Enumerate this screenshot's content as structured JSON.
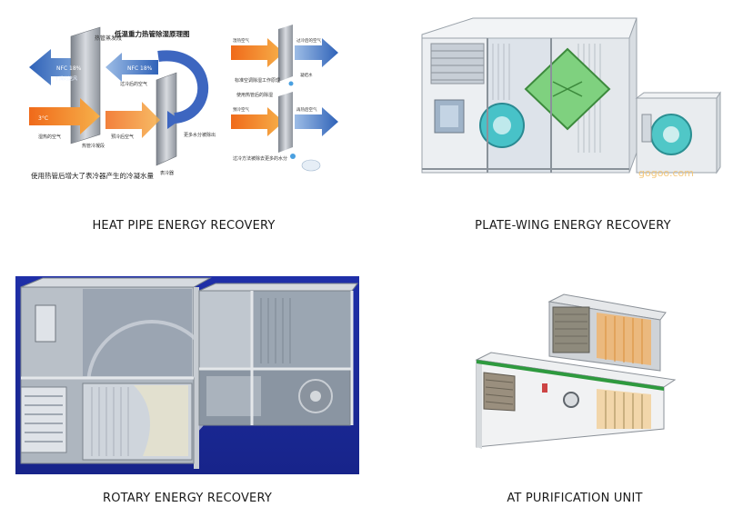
{
  "captions": {
    "heat_pipe": "HEAT PIPE ENERGY RECOVERY",
    "plate_wing": "PLATE-WING ENERGY RECOVERY",
    "rotary": "ROTARY ENERGY RECOVERY",
    "purification": "AT PURIFICATION UNIT"
  },
  "heat_pipe_diagram": {
    "title": "低温重力热管除湿原理图",
    "label_top_left": "热管蒸发段",
    "label_cool_out": "NFC 18%",
    "label_cool_sub": "干燥的送风",
    "label_return": "NFC 18%",
    "label_return_sub": "过冷后的空气",
    "label_hot_in": "3°C",
    "label_hot_sub": "湿热的空气",
    "label_pre": "预冷后空气",
    "label_cond": "热管冷凝段",
    "label_more": "更多水分被除出",
    "label_coil": "表冷器",
    "bottom_caption": "使用热管后增大了表冷器产生的冷凝水量",
    "r_top_l": "湿热空气",
    "r_top_r": "过冷后的空气",
    "r_top_caption": "标准空调除湿工作原理",
    "r_top_water": "凝结水",
    "r_bot_caption": "使用热管后的除湿",
    "r_bot_l": "预冷空气",
    "r_bot_r": "再热后空气",
    "r_bot_text": "过冷方法被除去更多的水分"
  },
  "watermark": "gogoo.com",
  "colors": {
    "blue_arrow": "#3f78c8",
    "orange_arrow": "#f07a20",
    "gray_plate": "#a9aeb5",
    "green_plate": "#7fd17f",
    "rotary_bg": "#1c2e9c",
    "purif_stripe": "#2e9a3e"
  }
}
